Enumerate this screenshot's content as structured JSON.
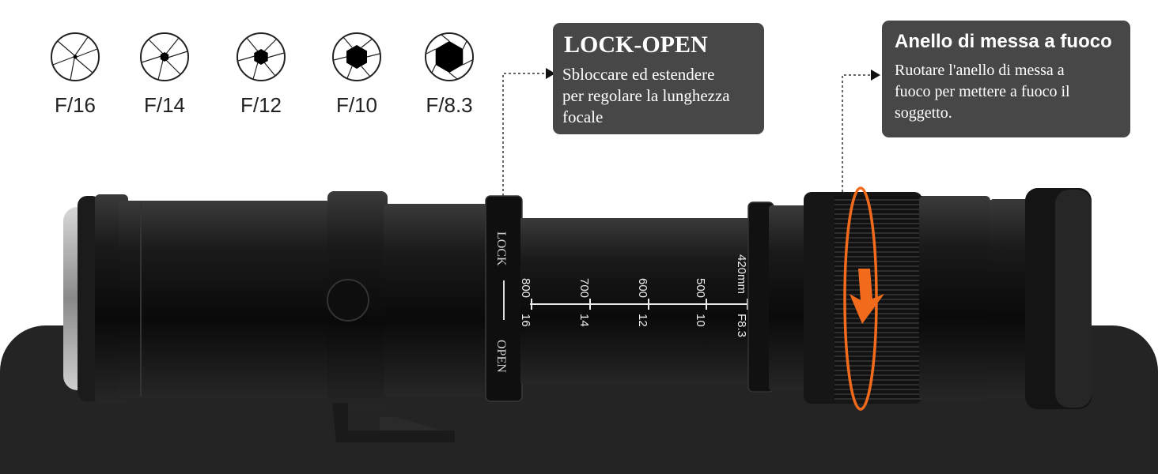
{
  "apertures": [
    {
      "label": "F/16",
      "icon": "aperture-icon-f16"
    },
    {
      "label": "F/14",
      "icon": "aperture-icon-f14"
    },
    {
      "label": "F/12",
      "icon": "aperture-icon-f12"
    },
    {
      "label": "F/10",
      "icon": "aperture-icon-f10"
    },
    {
      "label": "F/8.3",
      "icon": "aperture-icon-f8-3"
    }
  ],
  "callout_lock": {
    "title": "LOCK-OPEN",
    "lines": [
      "Sbloccare ed estendere",
      "per regolare la lunghezza",
      "focale"
    ]
  },
  "callout_focus": {
    "title": "Anello di messa a fuoco",
    "lines": [
      "Ruotare l'anello di messa a",
      "fuoco per mettere a fuoco il",
      "soggetto."
    ]
  },
  "lens": {
    "lock_label": "LOCK",
    "open_label": "OPEN",
    "zoom_marks": [
      {
        "focal": "800",
        "aperture": "16"
      },
      {
        "focal": "700",
        "aperture": "14"
      },
      {
        "focal": "600",
        "aperture": "12"
      },
      {
        "focal": "500",
        "aperture": "10"
      },
      {
        "focal": "420mm",
        "aperture": "F8.3"
      }
    ]
  },
  "colors": {
    "accent_arrow": "#f26a1b",
    "callout_bg": "#474747",
    "floor": "#242424"
  }
}
